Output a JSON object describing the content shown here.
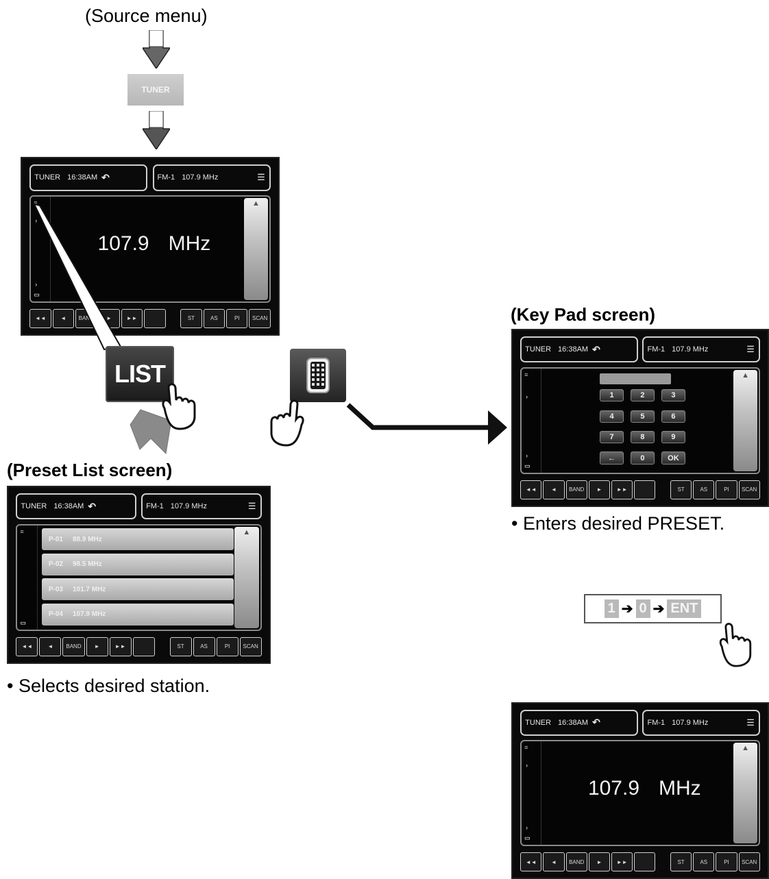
{
  "labels": {
    "source_menu": "(Source menu)",
    "key_pad_caption": "(Key Pad screen)",
    "preset_list_caption": "(Preset List screen)",
    "enters_preset": "• Enters desired PRESET.",
    "selects_station": "• Selects desired station."
  },
  "source_chip": "TUNER",
  "buttons": {
    "list": "LIST",
    "keypad_icon": "calculator-icon"
  },
  "screen": {
    "source": "TUNER",
    "time": "16:38AM",
    "band": "FM-1",
    "station": "107.9 MHz",
    "freq_value": "107.9",
    "freq_unit": "MHz",
    "bottom_buttons": [
      "◄◄",
      "◄",
      "BAND",
      "►",
      "►►",
      "",
      "ST",
      "AS",
      "PI",
      "SCAN"
    ]
  },
  "preset_rows": [
    {
      "label": "P-01",
      "freq": "88.9 MHz"
    },
    {
      "label": "P-02",
      "freq": "98.5 MHz"
    },
    {
      "label": "P-03",
      "freq": "101.7 MHz"
    },
    {
      "label": "P-04",
      "freq": "107.9 MHz"
    }
  ],
  "keypad_keys": [
    "1",
    "2",
    "3",
    "4",
    "5",
    "6",
    "7",
    "8",
    "9",
    "←",
    "0",
    "OK"
  ],
  "sequence": {
    "k1": "1",
    "k2": "0",
    "k3": "ENT"
  }
}
